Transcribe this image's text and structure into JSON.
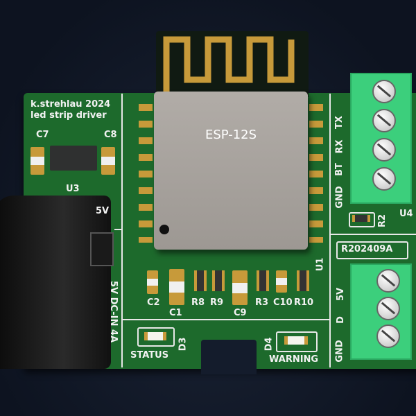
{
  "board": {
    "title_line1": "k.strehlau 2024",
    "title_line2": "led strip driver",
    "revision": "R202409A",
    "colors": {
      "pcb": "#1d6a2c",
      "silkscreen": "#f2f2f2",
      "terminal": "#3ccf7c",
      "shield": "#a8a39e",
      "pad": "#c79a3a"
    }
  },
  "module": {
    "label": "ESP-12S",
    "ref": "U1"
  },
  "regulator": {
    "ref": "U3",
    "caps": [
      "C7",
      "C8"
    ]
  },
  "power": {
    "jack_label": "5V DC-IN 4A",
    "top_label": "5V"
  },
  "components": [
    "C2",
    "C1",
    "R8",
    "R9",
    "C9",
    "R3",
    "C10",
    "R10"
  ],
  "leds": [
    {
      "ref": "D3",
      "label": "STATUS"
    },
    {
      "ref": "D4",
      "label": "WARNING"
    }
  ],
  "terminal_top": {
    "ref": "U4",
    "pins": [
      "TX",
      "RX",
      "BT",
      "GND"
    ],
    "resistor": "R2"
  },
  "terminal_bottom": {
    "pins": [
      "5V",
      "D",
      "GND"
    ]
  }
}
